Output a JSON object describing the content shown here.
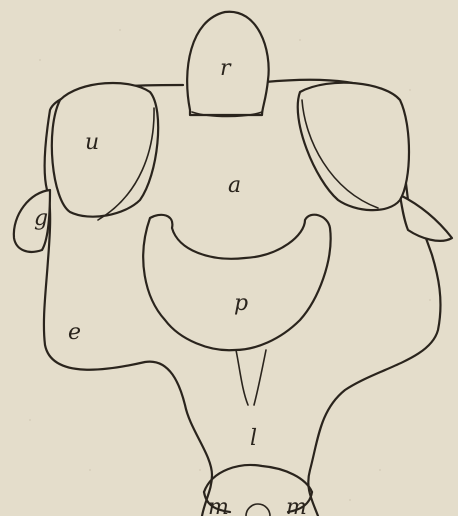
{
  "colors": {
    "paper": "#e4ddcb",
    "ink": "#2a241d"
  },
  "labels": {
    "r": "r",
    "u": "u",
    "a": "a",
    "g": "g",
    "p": "p",
    "e": "e",
    "l": "l",
    "m_left": "m",
    "m_right": "m"
  }
}
